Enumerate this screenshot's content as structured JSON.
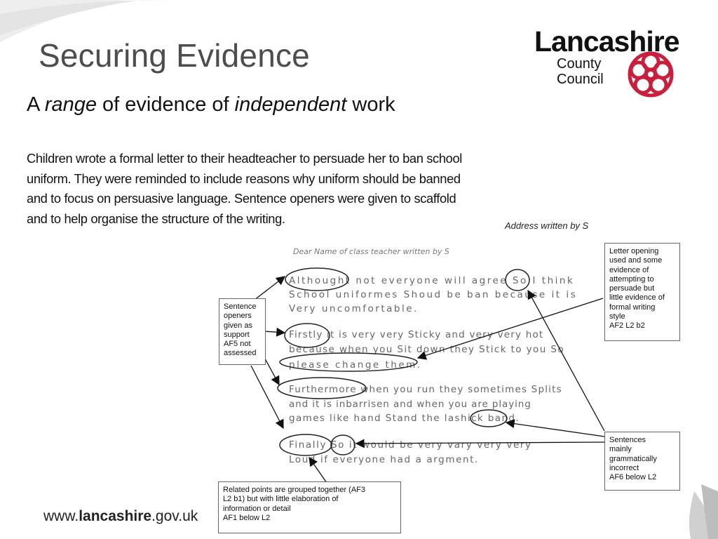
{
  "slide": {
    "title": "Securing Evidence",
    "subtitle": {
      "part1": "A ",
      "part2": "range",
      "part3": " of evidence of ",
      "part4": "independent",
      "part5": " work"
    },
    "intro_lines": [
      "Children wrote a formal letter to their headteacher to persuade her to ban school",
      "uniform. They were reminded to include reasons why uniform should be banned",
      "and to focus on persuasive language. Sentence openers were given to scaffold",
      "and to help organise the structure of the writing."
    ],
    "address_note": "Address written by S"
  },
  "logo": {
    "word": "Lancashire",
    "line1": "County",
    "line2": "Council"
  },
  "handwriting": {
    "top": "Dear        Name of class teacher written by S",
    "lines": [
      "Althought   not   everyone   will  agree   So   I  think",
      "School    uniformes   Shoud   be  ban  because  it  is",
      "Very  uncomfortable.",
      "Firstly    it   is   very  very  Sticky   and   very  very  hot",
      "because  when  you  Sit  down  they  Stick  to  you  So",
      "please   change   them.",
      "Furthermore   when   you  run  they  sometimes  Splits",
      "and    it   is   inbarrisen  and   when  you   are   playing",
      "games    like    hand   Stand   the   lashick   band.",
      "Finally   So  it   would   be   very   vary   very  very",
      "Loud  if   everyone   had   a   argment."
    ]
  },
  "notes": {
    "openers": [
      "Sentence",
      "openers",
      "given as",
      "support",
      "AF5 not",
      "assessed"
    ],
    "letter": [
      "Letter opening",
      "used and some",
      "evidence of",
      "attempting to",
      "persuade but",
      "little evidence of",
      "formal writing",
      "style",
      "AF2 L2 b2"
    ],
    "sentences": [
      "Sentences",
      "mainly",
      "grammatically",
      "incorrect",
      "AF6 below L2"
    ],
    "related": [
      "Related points are grouped together (AF3",
      "L2 b1) but with little elaboration of",
      "information or detail",
      "AF1 below L2"
    ]
  },
  "footer": {
    "prefix": "www.",
    "bold": "lancashire",
    "suffix": ".gov.uk"
  },
  "colors": {
    "title": "#4d4d4d",
    "logo_red": "#c8203c",
    "wave": "#c9c9c9"
  }
}
